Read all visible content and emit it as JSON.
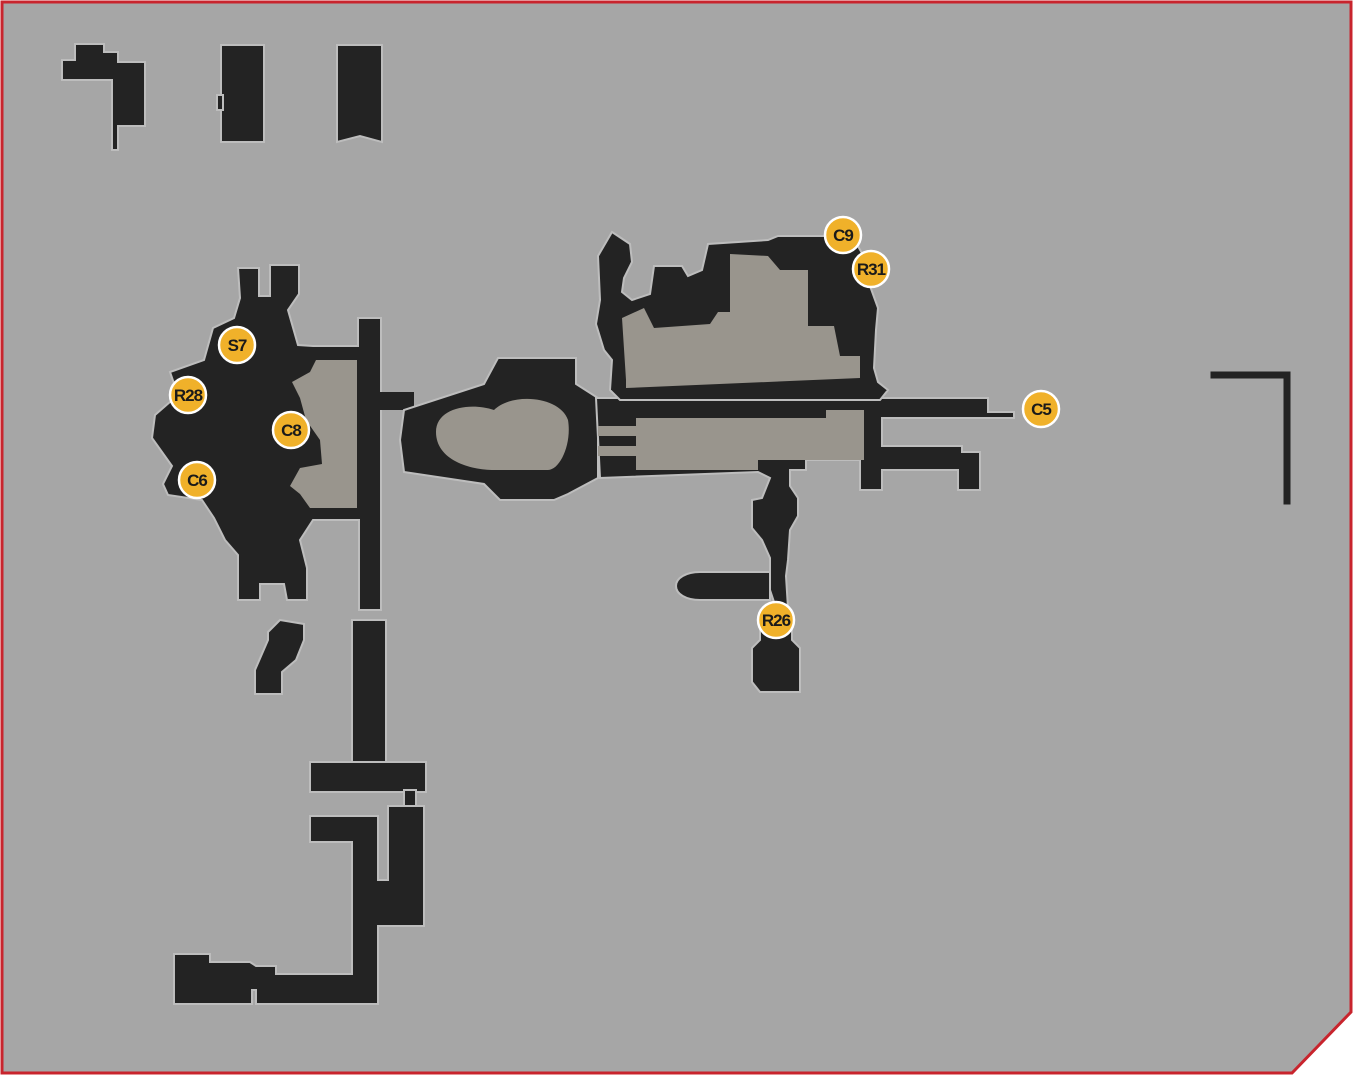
{
  "map": {
    "colors": {
      "background": "#a6a6a6",
      "border": "#c8242d",
      "walls": "#232323",
      "floor_highlight": "#99958d",
      "marker_fill": "#f0b12a",
      "marker_stroke": "#ffffff",
      "marker_text": "#1a1a1a"
    },
    "markers": [
      {
        "id": "S7",
        "label": "S7"
      },
      {
        "id": "R28",
        "label": "R28"
      },
      {
        "id": "C8",
        "label": "C8"
      },
      {
        "id": "C6",
        "label": "C6"
      },
      {
        "id": "C9",
        "label": "C9"
      },
      {
        "id": "R31",
        "label": "R31"
      },
      {
        "id": "C5",
        "label": "C5"
      },
      {
        "id": "R26",
        "label": "R26"
      }
    ]
  }
}
